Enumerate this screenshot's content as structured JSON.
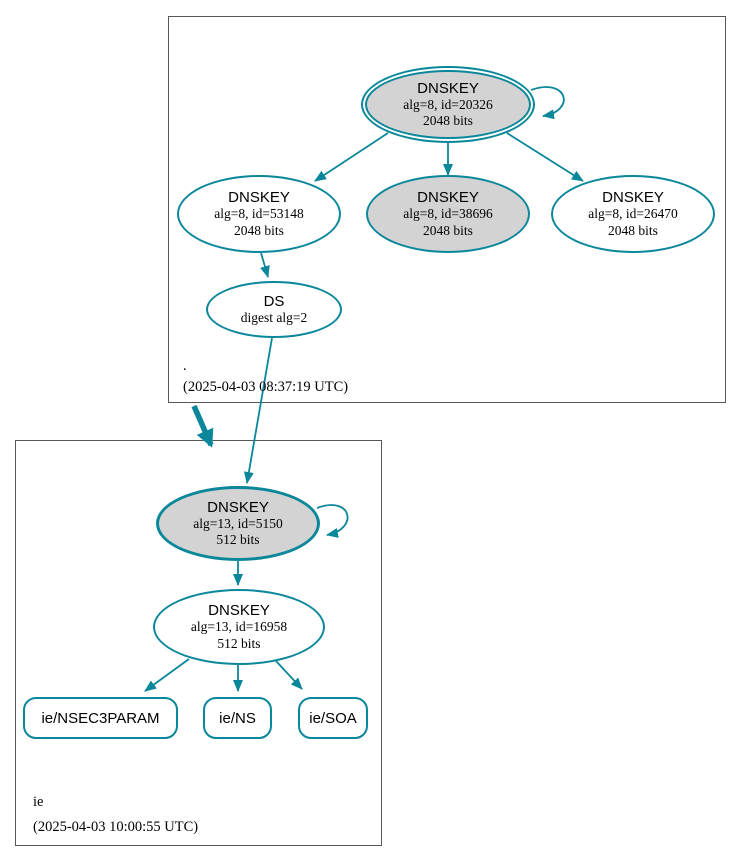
{
  "diagram": {
    "kind": "dnssec-authentication-chain",
    "colors": {
      "edge": "#0a879a",
      "ksk_fill": "#d3d3d3",
      "node_fill": "#ffffff",
      "cluster_border": "#575757"
    },
    "zones": [
      {
        "name": ".",
        "timestamp": "(2025-04-03 08:37:19 UTC)",
        "nodes": {
          "ksk": {
            "title": "DNSKEY",
            "detail1": "alg=8, id=20326",
            "detail2": "2048 bits"
          },
          "zsk1": {
            "title": "DNSKEY",
            "detail1": "alg=8, id=53148",
            "detail2": "2048 bits"
          },
          "zsk2": {
            "title": "DNSKEY",
            "detail1": "alg=8, id=38696",
            "detail2": "2048 bits"
          },
          "zsk3": {
            "title": "DNSKEY",
            "detail1": "alg=8, id=26470",
            "detail2": "2048 bits"
          },
          "ds": {
            "title": "DS",
            "detail1": "digest alg=2"
          }
        }
      },
      {
        "name": "ie",
        "timestamp": "(2025-04-03 10:00:55 UTC)",
        "nodes": {
          "ksk": {
            "title": "DNSKEY",
            "detail1": "alg=13, id=5150",
            "detail2": "512 bits"
          },
          "zsk": {
            "title": "DNSKEY",
            "detail1": "alg=13, id=16958",
            "detail2": "512 bits"
          },
          "rrset1": {
            "label": "ie/NSEC3PARAM"
          },
          "rrset2": {
            "label": "ie/NS"
          },
          "rrset3": {
            "label": "ie/SOA"
          }
        }
      }
    ]
  }
}
